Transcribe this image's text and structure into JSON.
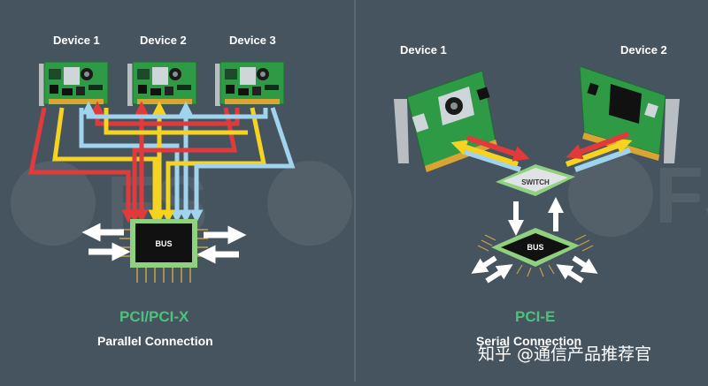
{
  "left_panel": {
    "devices": [
      "Device 1",
      "Device 2",
      "Device 3"
    ],
    "bus_label": "BUS",
    "title": "PCI/PCI-X",
    "subtitle": "Parallel Connection"
  },
  "right_panel": {
    "devices": [
      "Device 1",
      "Device 2"
    ],
    "switch_label": "SWITCH",
    "bus_label": "BUS",
    "title": "PCI-E",
    "subtitle": "Serial Connection"
  },
  "watermark": {
    "text": "知乎 @通信产品推荐官",
    "logo_text": "FS"
  },
  "colors": {
    "background": "#46545f",
    "title_green": "#4cc27a",
    "red": "#e13a3a",
    "yellow": "#f5d320",
    "blue": "#9fd3ee",
    "card_green": "#2e9a46",
    "chip_frame": "#8fd17e"
  }
}
